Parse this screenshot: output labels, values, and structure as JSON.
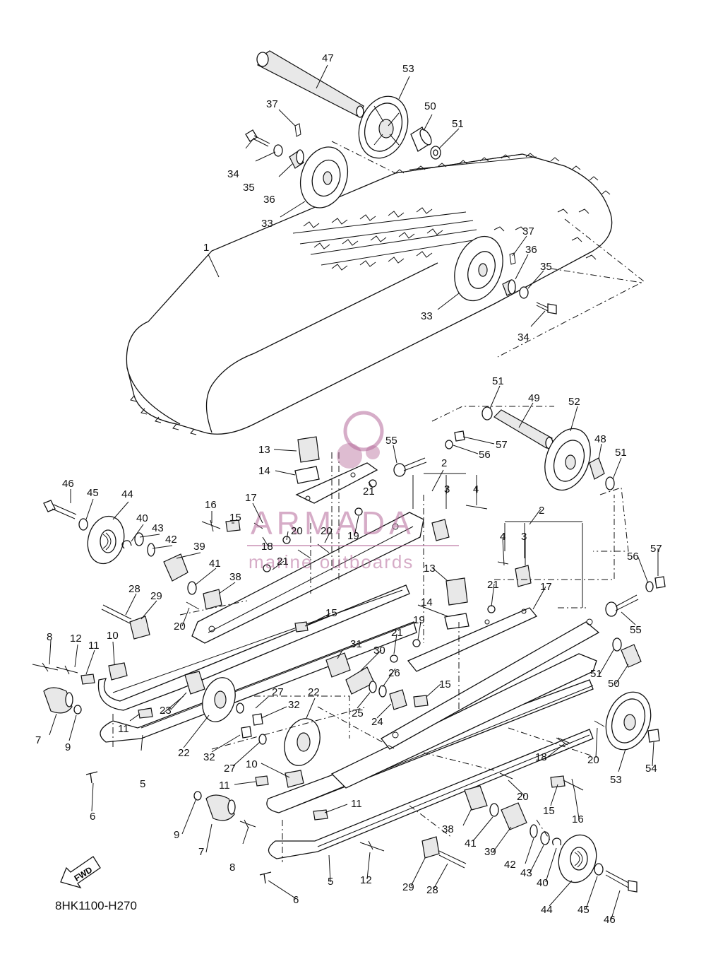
{
  "diagram_code": "8HK1100-H270",
  "fwd_label": "FWD",
  "watermark": {
    "brand": "ARMADA",
    "tagline": "marine outboards",
    "color": "#b56a9a"
  },
  "callouts": [
    {
      "id": "c1",
      "text": "1"
    },
    {
      "id": "c2a",
      "text": "2"
    },
    {
      "id": "c2b",
      "text": "2"
    },
    {
      "id": "c3a",
      "text": "3"
    },
    {
      "id": "c3b",
      "text": "3"
    },
    {
      "id": "c4a",
      "text": "4"
    },
    {
      "id": "c4b",
      "text": "4"
    },
    {
      "id": "c5a",
      "text": "5"
    },
    {
      "id": "c5b",
      "text": "5"
    },
    {
      "id": "c6a",
      "text": "6"
    },
    {
      "id": "c6b",
      "text": "6"
    },
    {
      "id": "c7a",
      "text": "7"
    },
    {
      "id": "c7b",
      "text": "7"
    },
    {
      "id": "c8a",
      "text": "8"
    },
    {
      "id": "c8b",
      "text": "8"
    },
    {
      "id": "c9a",
      "text": "9"
    },
    {
      "id": "c9b",
      "text": "9"
    },
    {
      "id": "c10a",
      "text": "10"
    },
    {
      "id": "c10b",
      "text": "10"
    },
    {
      "id": "c11a",
      "text": "11"
    },
    {
      "id": "c11b",
      "text": "11"
    },
    {
      "id": "c11c",
      "text": "11"
    },
    {
      "id": "c11d",
      "text": "11"
    },
    {
      "id": "c12a",
      "text": "12"
    },
    {
      "id": "c12b",
      "text": "12"
    },
    {
      "id": "c13a",
      "text": "13"
    },
    {
      "id": "c13b",
      "text": "13"
    },
    {
      "id": "c14a",
      "text": "14"
    },
    {
      "id": "c14b",
      "text": "14"
    },
    {
      "id": "c15a",
      "text": "15"
    },
    {
      "id": "c15b",
      "text": "15"
    },
    {
      "id": "c15c",
      "text": "15"
    },
    {
      "id": "c15d",
      "text": "15"
    },
    {
      "id": "c16a",
      "text": "16"
    },
    {
      "id": "c16b",
      "text": "16"
    },
    {
      "id": "c17a",
      "text": "17"
    },
    {
      "id": "c17b",
      "text": "17"
    },
    {
      "id": "c18a",
      "text": "18"
    },
    {
      "id": "c18b",
      "text": "18"
    },
    {
      "id": "c19a",
      "text": "19"
    },
    {
      "id": "c19b",
      "text": "19"
    },
    {
      "id": "c20a",
      "text": "20"
    },
    {
      "id": "c20b",
      "text": "20"
    },
    {
      "id": "c20c",
      "text": "20"
    },
    {
      "id": "c20d",
      "text": "20"
    },
    {
      "id": "c20e",
      "text": "20"
    },
    {
      "id": "c21a",
      "text": "21"
    },
    {
      "id": "c21b",
      "text": "21"
    },
    {
      "id": "c21c",
      "text": "21"
    },
    {
      "id": "c21d",
      "text": "21"
    },
    {
      "id": "c22a",
      "text": "22"
    },
    {
      "id": "c22b",
      "text": "22"
    },
    {
      "id": "c23",
      "text": "23"
    },
    {
      "id": "c24",
      "text": "24"
    },
    {
      "id": "c25",
      "text": "25"
    },
    {
      "id": "c26",
      "text": "26"
    },
    {
      "id": "c27a",
      "text": "27"
    },
    {
      "id": "c27b",
      "text": "27"
    },
    {
      "id": "c28a",
      "text": "28"
    },
    {
      "id": "c28b",
      "text": "28"
    },
    {
      "id": "c29a",
      "text": "29"
    },
    {
      "id": "c29b",
      "text": "29"
    },
    {
      "id": "c30",
      "text": "30"
    },
    {
      "id": "c31",
      "text": "31"
    },
    {
      "id": "c32a",
      "text": "32"
    },
    {
      "id": "c32b",
      "text": "32"
    },
    {
      "id": "c33a",
      "text": "33"
    },
    {
      "id": "c33b",
      "text": "33"
    },
    {
      "id": "c34a",
      "text": "34"
    },
    {
      "id": "c34b",
      "text": "34"
    },
    {
      "id": "c35a",
      "text": "35"
    },
    {
      "id": "c35b",
      "text": "35"
    },
    {
      "id": "c36a",
      "text": "36"
    },
    {
      "id": "c36b",
      "text": "36"
    },
    {
      "id": "c37a",
      "text": "37"
    },
    {
      "id": "c37b",
      "text": "37"
    },
    {
      "id": "c38a",
      "text": "38"
    },
    {
      "id": "c38b",
      "text": "38"
    },
    {
      "id": "c39a",
      "text": "39"
    },
    {
      "id": "c39b",
      "text": "39"
    },
    {
      "id": "c40a",
      "text": "40"
    },
    {
      "id": "c40b",
      "text": "40"
    },
    {
      "id": "c41a",
      "text": "41"
    },
    {
      "id": "c41b",
      "text": "41"
    },
    {
      "id": "c42a",
      "text": "42"
    },
    {
      "id": "c42b",
      "text": "42"
    },
    {
      "id": "c43a",
      "text": "43"
    },
    {
      "id": "c43b",
      "text": "43"
    },
    {
      "id": "c44a",
      "text": "44"
    },
    {
      "id": "c44b",
      "text": "44"
    },
    {
      "id": "c45a",
      "text": "45"
    },
    {
      "id": "c45b",
      "text": "45"
    },
    {
      "id": "c46a",
      "text": "46"
    },
    {
      "id": "c46b",
      "text": "46"
    },
    {
      "id": "c47",
      "text": "47"
    },
    {
      "id": "c48",
      "text": "48"
    },
    {
      "id": "c49",
      "text": "49"
    },
    {
      "id": "c50a",
      "text": "50"
    },
    {
      "id": "c50b",
      "text": "50"
    },
    {
      "id": "c51a",
      "text": "51"
    },
    {
      "id": "c51b",
      "text": "51"
    },
    {
      "id": "c51c",
      "text": "51"
    },
    {
      "id": "c51d",
      "text": "51"
    },
    {
      "id": "c52",
      "text": "52"
    },
    {
      "id": "c53a",
      "text": "53"
    },
    {
      "id": "c53b",
      "text": "53"
    },
    {
      "id": "c54",
      "text": "54"
    },
    {
      "id": "c55a",
      "text": "55"
    },
    {
      "id": "c55b",
      "text": "55"
    },
    {
      "id": "c56a",
      "text": "56"
    },
    {
      "id": "c56b",
      "text": "56"
    },
    {
      "id": "c57a",
      "text": "57"
    },
    {
      "id": "c57b",
      "text": "57"
    }
  ]
}
